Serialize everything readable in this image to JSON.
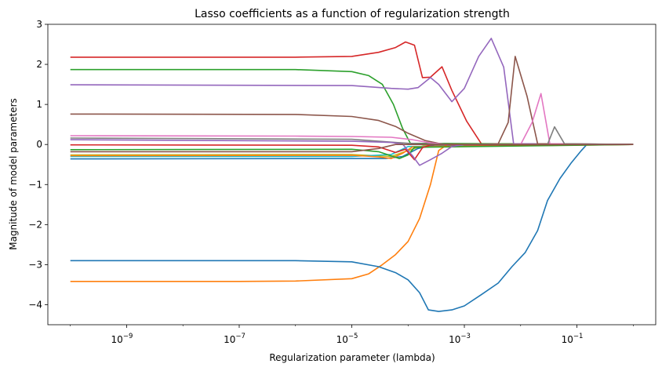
{
  "chart_data": {
    "type": "line",
    "title": "Lasso coefficients as a function of regularization strength",
    "xlabel": "Regularization parameter (lambda)",
    "ylabel": "Magnitude of model parameters",
    "xscale": "log",
    "xlim_exp": [
      -10.4,
      0.4
    ],
    "ylim": [
      -4.5,
      3
    ],
    "x_ticks": [
      {
        "base": "10",
        "exp": "−9",
        "value": 1e-09
      },
      {
        "base": "10",
        "exp": "−7",
        "value": 1e-07
      },
      {
        "base": "10",
        "exp": "−5",
        "value": 1e-05
      },
      {
        "base": "10",
        "exp": "−3",
        "value": 0.001
      },
      {
        "base": "10",
        "exp": "−1",
        "value": 0.1
      }
    ],
    "y_ticks": [
      {
        "label": "3",
        "value": 3
      },
      {
        "label": "2",
        "value": 2
      },
      {
        "label": "1",
        "value": 1
      },
      {
        "label": "0",
        "value": 0
      },
      {
        "label": "−1",
        "value": -1
      },
      {
        "label": "−2",
        "value": -2
      },
      {
        "label": "−3",
        "value": -3
      },
      {
        "label": "−4",
        "value": -4
      }
    ],
    "grid": false,
    "legend": "none",
    "series": [
      {
        "color": "#d62728",
        "points": [
          [
            1e-10,
            2.18
          ],
          [
            1e-06,
            2.18
          ],
          [
            1e-05,
            2.2
          ],
          [
            3e-05,
            2.3
          ],
          [
            6e-05,
            2.42
          ],
          [
            9e-05,
            2.56
          ],
          [
            0.00013,
            2.48
          ],
          [
            0.00018,
            1.67
          ],
          [
            0.00025,
            1.68
          ],
          [
            0.0004,
            1.94
          ],
          [
            0.0006,
            1.35
          ],
          [
            0.0011,
            0.58
          ],
          [
            0.002,
            0.02
          ],
          [
            1,
            0
          ]
        ]
      },
      {
        "color": "#2ca02c",
        "points": [
          [
            1e-10,
            1.87
          ],
          [
            1e-06,
            1.87
          ],
          [
            1e-05,
            1.82
          ],
          [
            2e-05,
            1.72
          ],
          [
            3.5e-05,
            1.5
          ],
          [
            5.5e-05,
            1.0
          ],
          [
            8e-05,
            0.4
          ],
          [
            0.00011,
            0.03
          ],
          [
            1,
            0
          ]
        ]
      },
      {
        "color": "#9467bd",
        "points": [
          [
            1e-10,
            1.49
          ],
          [
            1e-05,
            1.47
          ],
          [
            5e-05,
            1.4
          ],
          [
            0.0001,
            1.38
          ],
          [
            0.00015,
            1.42
          ],
          [
            0.00025,
            1.67
          ],
          [
            0.00035,
            1.5
          ],
          [
            0.0006,
            1.07
          ],
          [
            0.001,
            1.4
          ],
          [
            0.0018,
            2.2
          ],
          [
            0.003,
            2.65
          ],
          [
            0.005,
            1.93
          ],
          [
            0.0075,
            0.02
          ],
          [
            1,
            0
          ]
        ]
      },
      {
        "color": "#8c564b",
        "points": [
          [
            1e-10,
            0.76
          ],
          [
            1e-06,
            0.75
          ],
          [
            1e-05,
            0.7
          ],
          [
            3e-05,
            0.6
          ],
          [
            6e-05,
            0.45
          ],
          [
            0.0001,
            0.28
          ],
          [
            0.0002,
            0.1
          ],
          [
            0.0004,
            0.01
          ],
          [
            0.001,
            0
          ],
          [
            0.002,
            0
          ],
          [
            0.004,
            0.02
          ],
          [
            0.006,
            0.55
          ],
          [
            0.008,
            2.2
          ],
          [
            0.013,
            1.2
          ],
          [
            0.02,
            0.02
          ],
          [
            1,
            0
          ]
        ]
      },
      {
        "color": "#e377c2",
        "points": [
          [
            1e-10,
            0.22
          ],
          [
            1e-06,
            0.21
          ],
          [
            1e-05,
            0.2
          ],
          [
            5e-05,
            0.18
          ],
          [
            0.00012,
            0.12
          ],
          [
            0.00025,
            0.04
          ],
          [
            0.0005,
            0
          ],
          [
            0.01,
            0
          ],
          [
            0.016,
            0.55
          ],
          [
            0.023,
            1.27
          ],
          [
            0.033,
            0.02
          ],
          [
            1,
            0
          ]
        ]
      },
      {
        "color": "#7f7f7f",
        "points": [
          [
            1e-10,
            0.16
          ],
          [
            1e-05,
            0.13
          ],
          [
            0.0001,
            0.03
          ],
          [
            0.0005,
            0
          ],
          [
            0.03,
            0
          ],
          [
            0.04,
            0.44
          ],
          [
            0.06,
            0.02
          ],
          [
            1,
            0
          ]
        ]
      },
      {
        "color": "#bcbd22",
        "points": [
          [
            1e-10,
            -0.26
          ],
          [
            1e-05,
            -0.25
          ],
          [
            5e-05,
            -0.3
          ],
          [
            0.0001,
            -0.15
          ],
          [
            0.0002,
            -0.02
          ],
          [
            1,
            0
          ]
        ]
      },
      {
        "color": "#17becf",
        "points": [
          [
            1e-10,
            -0.3
          ],
          [
            1e-05,
            -0.3
          ],
          [
            5e-05,
            -0.25
          ],
          [
            0.0001,
            -0.05
          ],
          [
            1,
            0
          ]
        ]
      },
      {
        "color": "#ff7f0e",
        "points": [
          [
            1e-10,
            -3.42
          ],
          [
            1e-07,
            -3.42
          ],
          [
            1e-06,
            -3.41
          ],
          [
            1e-05,
            -3.35
          ],
          [
            2e-05,
            -3.23
          ],
          [
            3.5e-05,
            -3.0
          ],
          [
            6e-05,
            -2.75
          ],
          [
            0.0001,
            -2.42
          ],
          [
            0.00016,
            -1.85
          ],
          [
            0.00025,
            -1.0
          ],
          [
            0.00035,
            -0.15
          ],
          [
            0.0005,
            0
          ],
          [
            1,
            0
          ]
        ]
      },
      {
        "color": "#1f77b4",
        "points": [
          [
            1e-10,
            -2.9
          ],
          [
            1e-06,
            -2.9
          ],
          [
            1e-05,
            -2.93
          ],
          [
            3e-05,
            -3.05
          ],
          [
            6e-05,
            -3.2
          ],
          [
            0.0001,
            -3.38
          ],
          [
            0.00016,
            -3.7
          ],
          [
            0.00023,
            -4.13
          ],
          [
            0.00035,
            -4.17
          ],
          [
            0.0006,
            -4.13
          ],
          [
            0.001,
            -4.03
          ],
          [
            0.002,
            -3.75
          ],
          [
            0.004,
            -3.46
          ],
          [
            0.007,
            -3.05
          ],
          [
            0.012,
            -2.7
          ],
          [
            0.02,
            -2.15
          ],
          [
            0.03,
            -1.4
          ],
          [
            0.05,
            -0.85
          ],
          [
            0.08,
            -0.45
          ],
          [
            0.12,
            -0.15
          ],
          [
            0.15,
            0
          ],
          [
            1,
            0
          ]
        ]
      },
      {
        "color": "#1f77b4",
        "points": [
          [
            1e-10,
            -0.36
          ],
          [
            1e-05,
            -0.35
          ],
          [
            4e-05,
            -0.35
          ],
          [
            8e-05,
            -0.3
          ],
          [
            0.00015,
            -0.1
          ],
          [
            0.0003,
            -0.01
          ],
          [
            1,
            0
          ]
        ]
      },
      {
        "color": "#ff7f0e",
        "points": [
          [
            1e-10,
            -0.28
          ],
          [
            1e-05,
            -0.27
          ],
          [
            3e-05,
            -0.31
          ],
          [
            5e-05,
            -0.35
          ],
          [
            8e-05,
            -0.22
          ],
          [
            0.00012,
            -0.06
          ],
          [
            1,
            0
          ]
        ]
      },
      {
        "color": "#2ca02c",
        "points": [
          [
            1e-10,
            -0.13
          ],
          [
            1e-05,
            -0.12
          ],
          [
            3e-05,
            -0.18
          ],
          [
            7e-05,
            -0.35
          ],
          [
            0.0001,
            -0.26
          ],
          [
            0.00013,
            -0.07
          ],
          [
            1,
            0
          ]
        ]
      },
      {
        "color": "#d62728",
        "points": [
          [
            1e-10,
            -0.01
          ],
          [
            1e-05,
            -0.02
          ],
          [
            3e-05,
            -0.06
          ],
          [
            6e-05,
            -0.2
          ],
          [
            9e-05,
            -0.12
          ],
          [
            0.00013,
            -0.38
          ],
          [
            0.00018,
            -0.08
          ],
          [
            0.00025,
            -0.01
          ],
          [
            1,
            0
          ]
        ]
      },
      {
        "color": "#9467bd",
        "points": [
          [
            1e-10,
            0.12
          ],
          [
            1e-05,
            0.08
          ],
          [
            5e-05,
            0.05
          ],
          [
            8e-05,
            0.01
          ],
          [
            0.00012,
            -0.28
          ],
          [
            0.00016,
            -0.52
          ],
          [
            0.00025,
            -0.38
          ],
          [
            0.0004,
            -0.22
          ],
          [
            0.0006,
            -0.05
          ],
          [
            0.001,
            0
          ],
          [
            1,
            0
          ]
        ]
      },
      {
        "color": "#8c564b",
        "points": [
          [
            1e-10,
            -0.18
          ],
          [
            1e-05,
            -0.18
          ],
          [
            3e-05,
            -0.1
          ],
          [
            6e-05,
            0
          ],
          [
            1,
            0
          ]
        ]
      }
    ]
  }
}
